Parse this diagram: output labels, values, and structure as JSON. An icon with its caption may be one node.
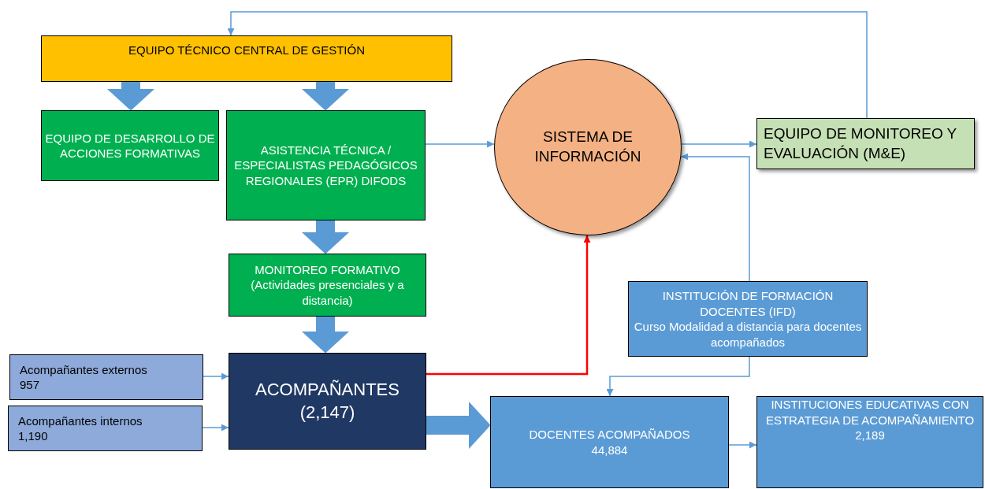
{
  "diagram": {
    "nodes": [
      {
        "text": [
          "EQUIPO TÉCNICO CENTRAL DE GESTIÓN"
        ]
      },
      {
        "text": [
          "EQUIPO DE DESARROLLO DE ACCIONES FORMATIVAS"
        ]
      },
      {
        "text": [
          "ASISTENCIA TÉCNICA / ESPECIALISTAS PEDAGÓGICOS REGIONALES (EPR) DIFODS"
        ]
      },
      {
        "text": [
          "SISTEMA DE INFORMACIÓN"
        ]
      },
      {
        "text": [
          "EQUIPO DE MONITOREO Y EVALUACIÓN (M&E)"
        ]
      },
      {
        "text": [
          "MONITOREO FORMATIVO",
          "(Actividades presenciales y a distancia)"
        ]
      },
      {
        "text": [
          "Acompañantes externos",
          "957"
        ]
      },
      {
        "text": [
          "Acompañantes internos",
          "1,190"
        ]
      },
      {
        "text": [
          "ACOMPAÑANTES",
          "(2,147)"
        ]
      },
      {
        "text": [
          "INSTITUCIÓN DE FORMACIÓN DOCENTES (IFD)",
          "Curso Modalidad a distancia para docentes acompañados"
        ]
      },
      {
        "text": [
          "DOCENTES ACOMPAÑADOS",
          "44,884"
        ]
      },
      {
        "text": [
          "INSTITUCIONES EDUCATIVAS CON ESTRATEGIA DE ACOMPAÑAMIENTO",
          "2,189"
        ]
      }
    ],
    "edges": [
      {
        "from": 0,
        "to": 1,
        "arrow": "to",
        "style": "thick"
      },
      {
        "from": 0,
        "to": 2,
        "arrow": "to",
        "style": "thick"
      },
      {
        "from": 2,
        "to": 5,
        "arrow": "to",
        "style": "thick"
      },
      {
        "from": 5,
        "to": 8,
        "arrow": "to",
        "style": "thick"
      },
      {
        "from": 8,
        "to": 10,
        "arrow": "to",
        "style": "thick"
      },
      {
        "from": 2,
        "to": 3,
        "arrow": "to"
      },
      {
        "from": 3,
        "to": 4,
        "arrow": "to"
      },
      {
        "from": 4,
        "to": 0,
        "arrow": "to"
      },
      {
        "from": 9,
        "to": 3,
        "arrow": "to"
      },
      {
        "from": 9,
        "to": 10,
        "arrow": "to"
      },
      {
        "from": 8,
        "to": 3,
        "arrow": "to",
        "color": "#ff0000"
      },
      {
        "from": 6,
        "to": 8,
        "arrow": "to"
      },
      {
        "from": 7,
        "to": 8,
        "arrow": "to"
      },
      {
        "from": 10,
        "to": 11,
        "arrow": "to"
      }
    ]
  }
}
